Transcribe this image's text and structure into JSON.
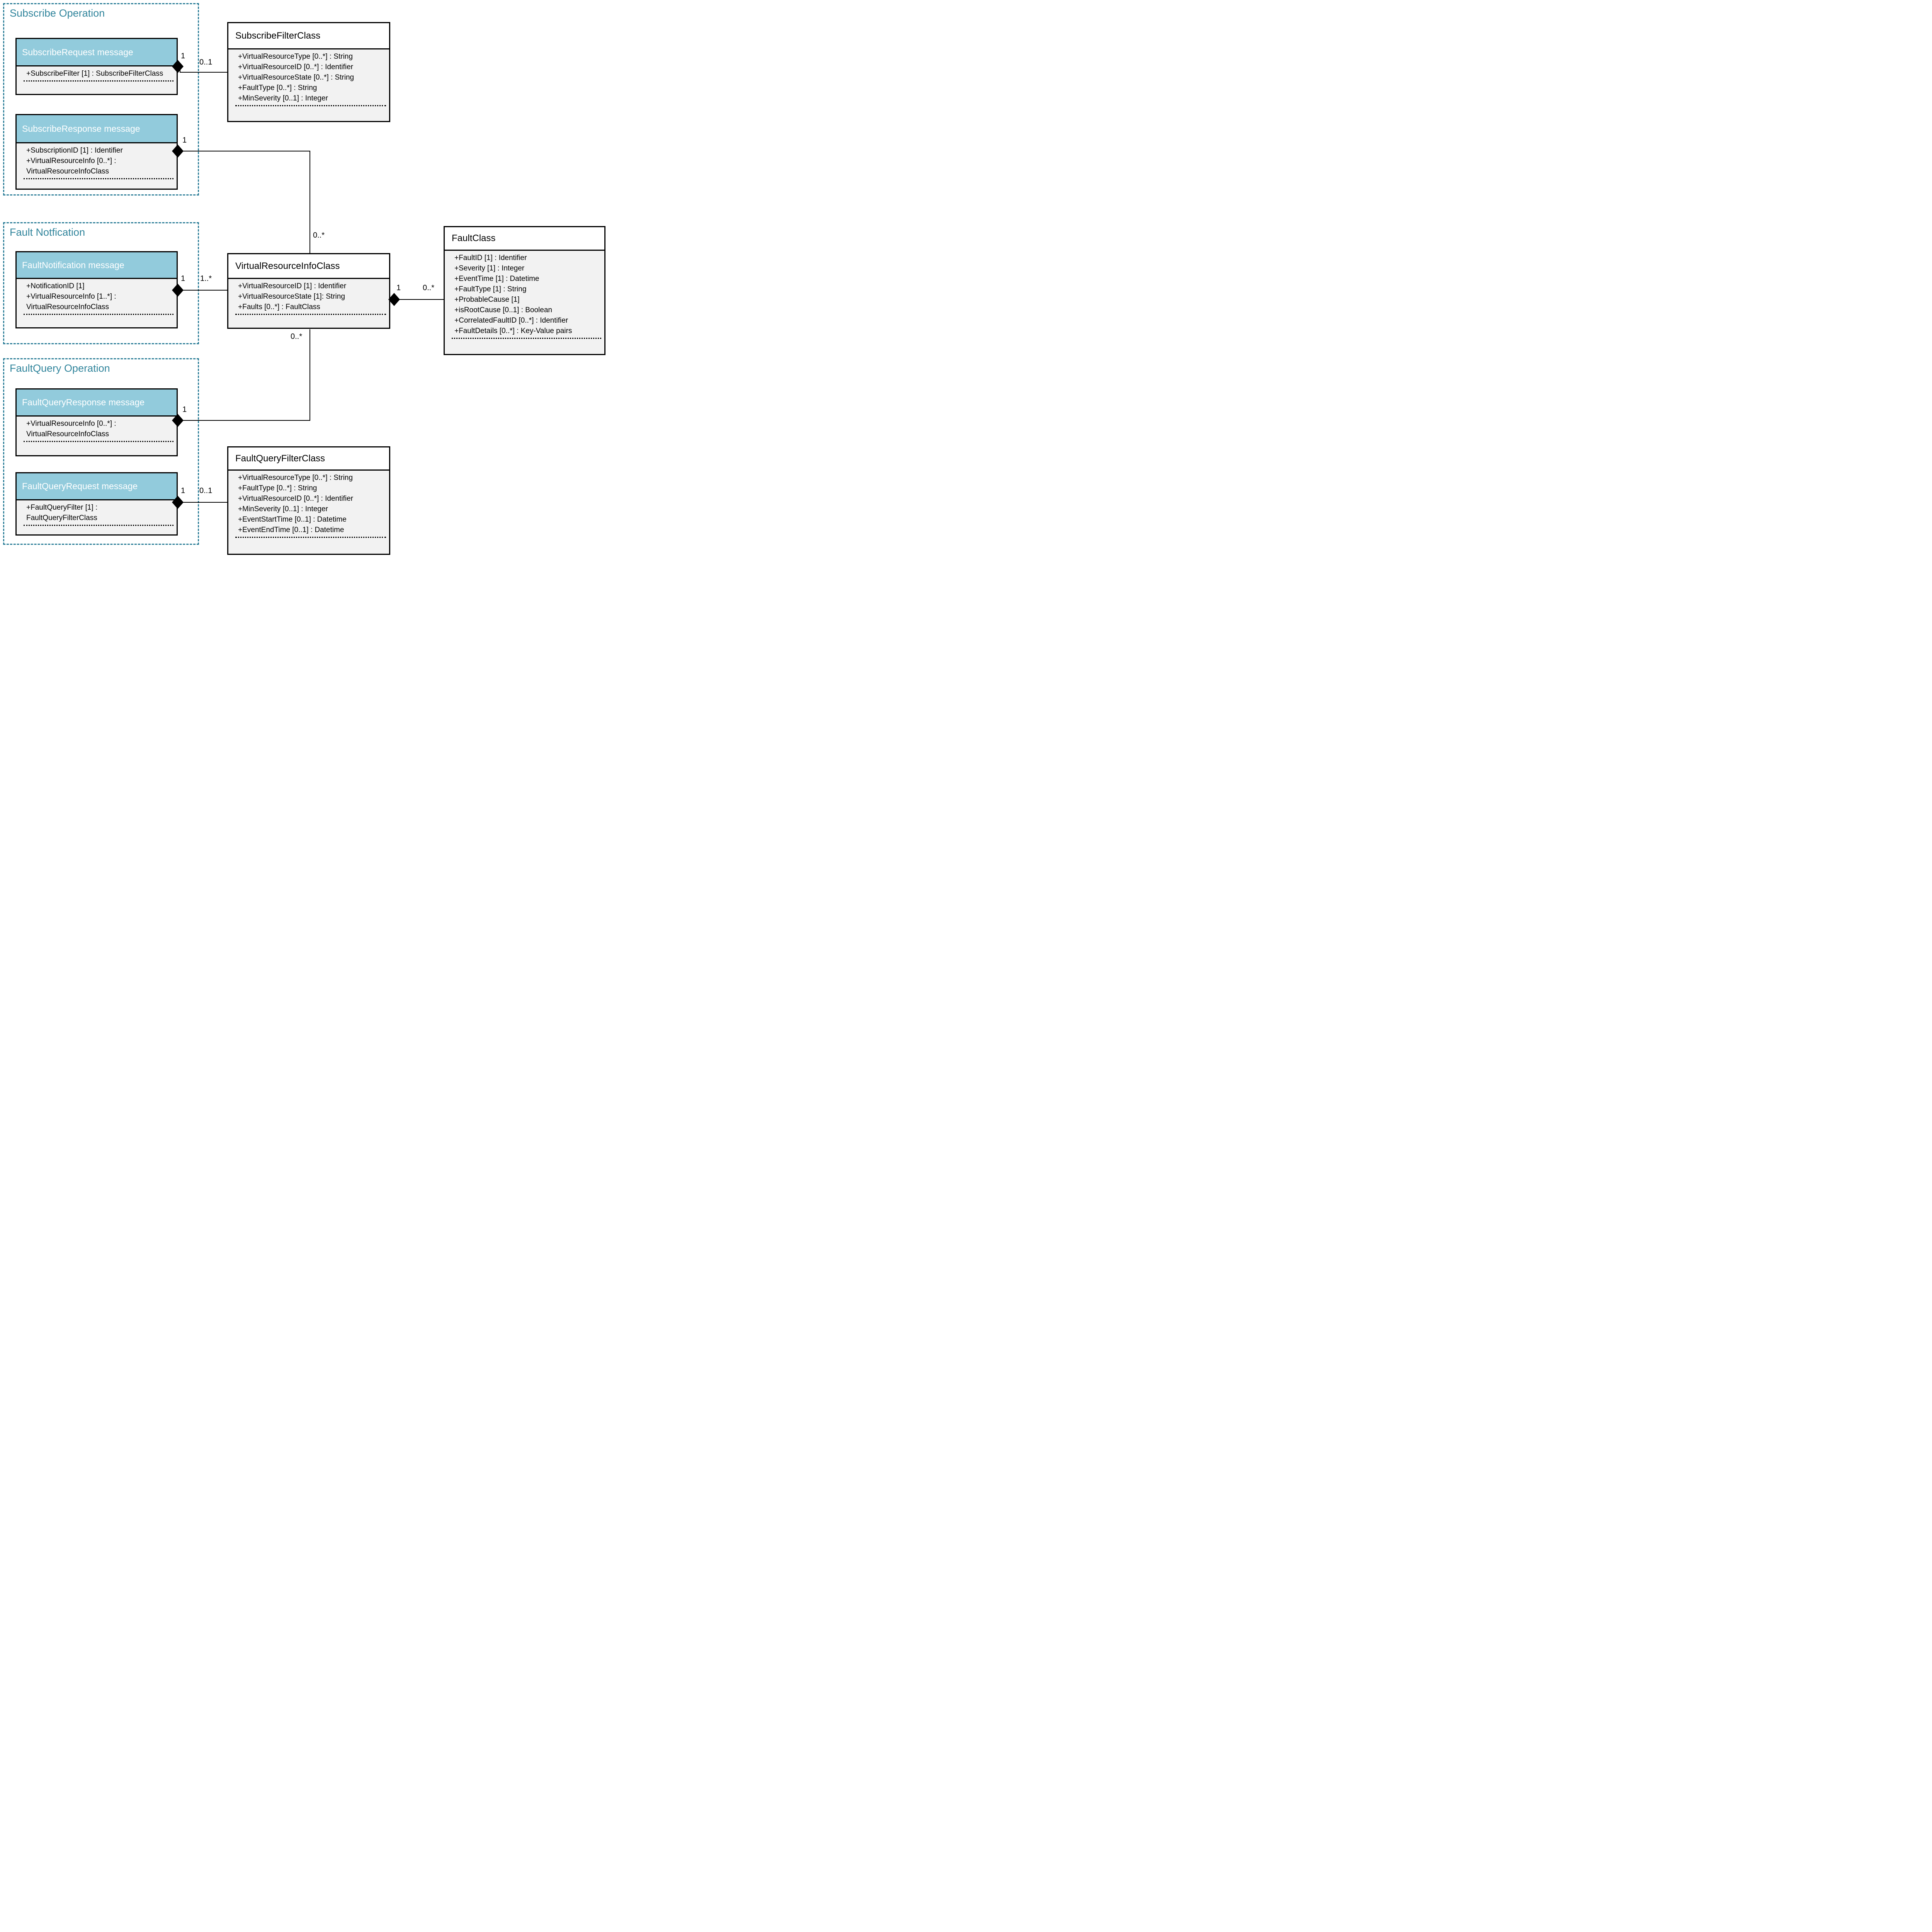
{
  "diagram": {
    "sections": [
      {
        "title": "Subscribe Operation"
      },
      {
        "title": "Fault Notfication"
      },
      {
        "title": "FaultQuery Operation"
      }
    ],
    "message_boxes": [
      {
        "title": "SubscribeRequest message",
        "attributes": [
          "+SubscribeFilter [1] : SubscribeFilterClass"
        ]
      },
      {
        "title": "SubscribeResponse message",
        "attributes": [
          "+SubscriptionID [1] : Identifier",
          "+VirtualResourceInfo [0..*] :",
          "VirtualResourceInfoClass"
        ]
      },
      {
        "title": "FaultNotification message",
        "attributes": [
          "+NotificationID [1]",
          "+VirtualResourceInfo [1..*] :",
          "VirtualResourceInfoClass"
        ]
      },
      {
        "title": "FaultQueryResponse message",
        "attributes": [
          "+VirtualResourceInfo [0..*] :",
          "VirtualResourceInfoClass"
        ]
      },
      {
        "title": "FaultQueryRequest message",
        "attributes": [
          "+FaultQueryFilter [1] :",
          "FaultQueryFilterClass"
        ]
      }
    ],
    "class_boxes": [
      {
        "title": "SubscribeFilterClass",
        "attributes": [
          "+VirtualResourceType [0..*] : String",
          "+VirtualResourceID [0..*] : Identifier",
          "+VirtualResourceState [0..*] : String",
          "+FaultType [0..*] : String",
          "+MinSeverity [0..1] : Integer"
        ]
      },
      {
        "title": "VirtualResourceInfoClass",
        "attributes": [
          "+VirtualResourceID [1] : Identifier",
          "+VirtualResourceState [1]: String",
          "+Faults [0..*] : FaultClass"
        ]
      },
      {
        "title": "FaultClass",
        "attributes": [
          "+FaultID [1] : Identifier",
          "+Severity [1] : Integer",
          "+EventTime [1] : Datetime",
          "+FaultType [1] : String",
          "+ProbableCause [1]",
          "+isRootCause [0..1] : Boolean",
          "+CorrelatedFaultID [0..*] : Identifier",
          "+FaultDetails [0..*] : Key-Value pairs"
        ]
      },
      {
        "title": "FaultQueryFilterClass",
        "attributes": [
          "+VirtualResourceType [0..*] : String",
          "+FaultType [0..*] : String",
          "+VirtualResourceID [0..*] : Identifier",
          "+MinSeverity [0..1] : Integer",
          "+EventStartTime [0..1] : Datetime",
          "+EventEndTime [0..1] : Datetime"
        ]
      }
    ],
    "connectors": [
      {
        "id": "subscribe-request-to-subscribe-filter",
        "from_label": "1",
        "to_label": "0..1"
      },
      {
        "id": "subscribe-response-to-vric",
        "from_label": "1",
        "to_label": "0..*"
      },
      {
        "id": "fault-notification-to-vric",
        "from_label": "1",
        "to_label": "1..*"
      },
      {
        "id": "vric-to-fault-class",
        "from_label": "1",
        "to_label": "0..*"
      },
      {
        "id": "faultquery-response-to-vric",
        "from_label": "1",
        "to_label": "0..*"
      },
      {
        "id": "faultquery-request-to-faultquery-filter",
        "from_label": "1",
        "to_label": "0..1"
      }
    ],
    "colors": {
      "accent_teal": "#31859C",
      "header_fill": "#92CBDC",
      "body_fill": "#F2F2F2",
      "line": "#000000"
    }
  }
}
